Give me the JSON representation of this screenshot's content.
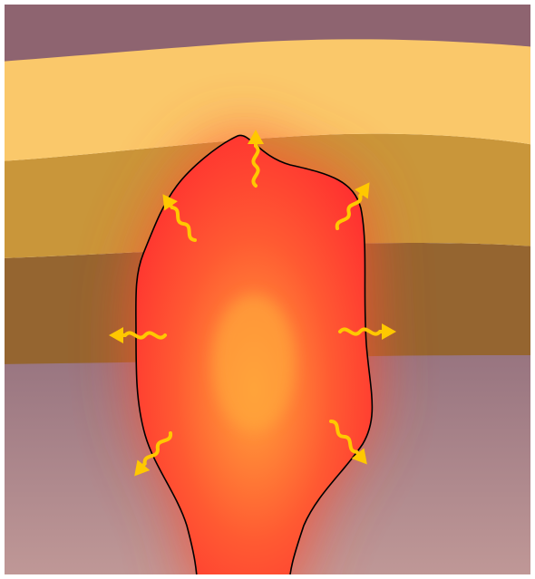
{
  "diagram": {
    "colors": {
      "frame": "#ffffff",
      "upper_rock": "#8e6470",
      "layer_light": "#fac86a",
      "layer_mid": "#c9963a",
      "layer_dark": "#956530",
      "lower_rock_top": "#96737f",
      "lower_rock_bottom": "#c29a98",
      "magma_core": "#ffa43a",
      "magma_mid": "#ff5a32",
      "magma_edge": "#ff3030",
      "glow": "#ff5030",
      "outline": "#000000",
      "heat_arrow": "#ffc800"
    },
    "heat_arrows": [
      "up",
      "up-left",
      "up-right",
      "left",
      "right",
      "down-left",
      "down-right"
    ]
  }
}
